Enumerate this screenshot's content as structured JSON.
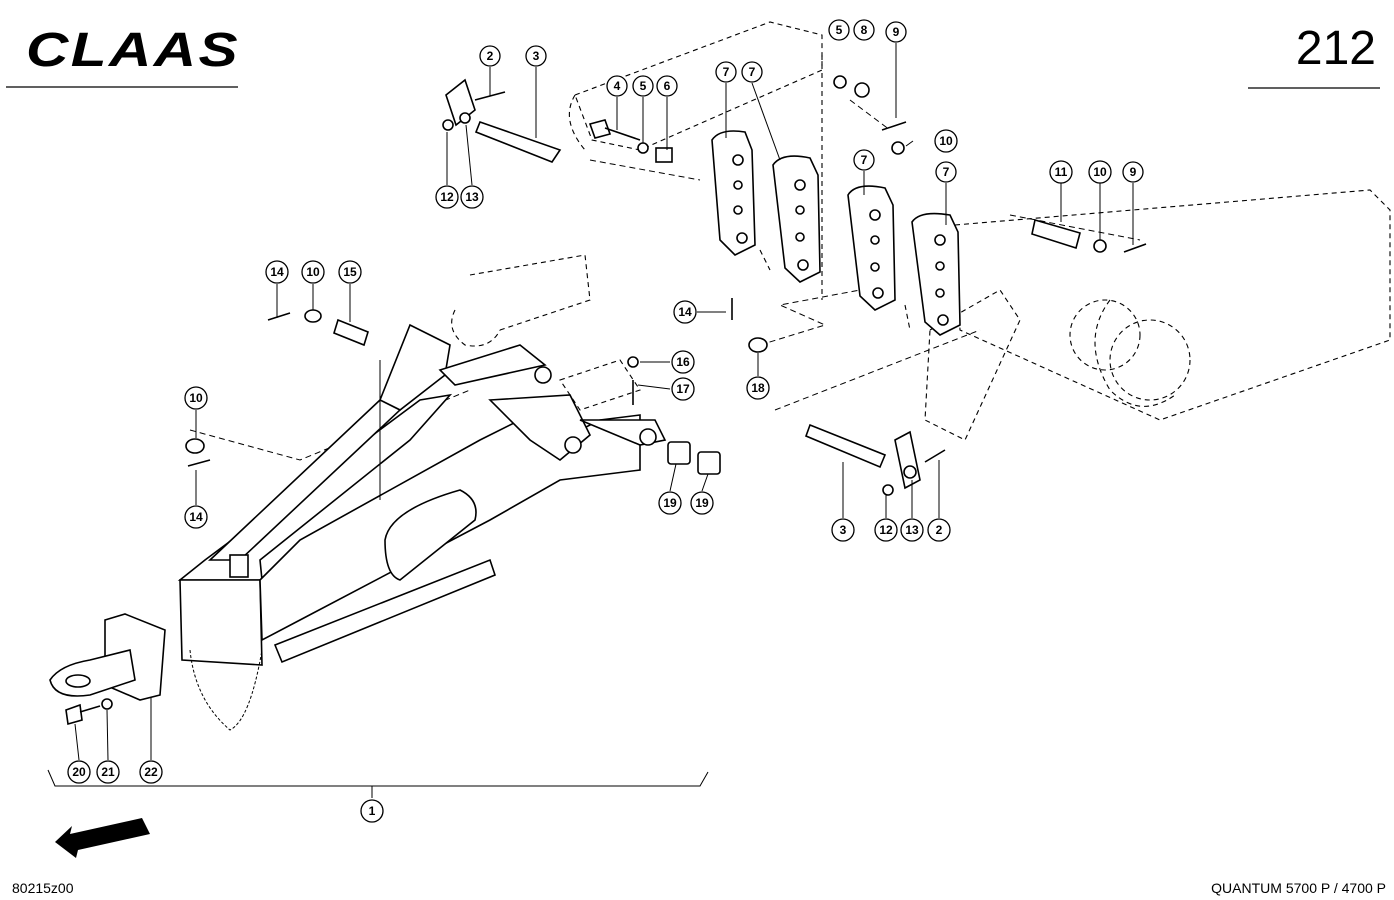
{
  "header": {
    "brand": "CLAAS",
    "page_number": "212"
  },
  "footer": {
    "drawing_code": "80215z00",
    "model": "QUANTUM 5700 P / 4700 P"
  },
  "callouts": [
    {
      "label": "2"
    },
    {
      "label": "3"
    },
    {
      "label": "4"
    },
    {
      "label": "5"
    },
    {
      "label": "6"
    },
    {
      "label": "7"
    },
    {
      "label": "7"
    },
    {
      "label": "5"
    },
    {
      "label": "8"
    },
    {
      "label": "9"
    },
    {
      "label": "10"
    },
    {
      "label": "7"
    },
    {
      "label": "7"
    },
    {
      "label": "11"
    },
    {
      "label": "10"
    },
    {
      "label": "9"
    },
    {
      "label": "12"
    },
    {
      "label": "13"
    },
    {
      "label": "14"
    },
    {
      "label": "10"
    },
    {
      "label": "15"
    },
    {
      "label": "14"
    },
    {
      "label": "18"
    },
    {
      "label": "16"
    },
    {
      "label": "17"
    },
    {
      "label": "10"
    },
    {
      "label": "14"
    },
    {
      "label": "19"
    },
    {
      "label": "19"
    },
    {
      "label": "3"
    },
    {
      "label": "12"
    },
    {
      "label": "13"
    },
    {
      "label": "2"
    },
    {
      "label": "20"
    },
    {
      "label": "21"
    },
    {
      "label": "22"
    },
    {
      "label": "1"
    }
  ]
}
